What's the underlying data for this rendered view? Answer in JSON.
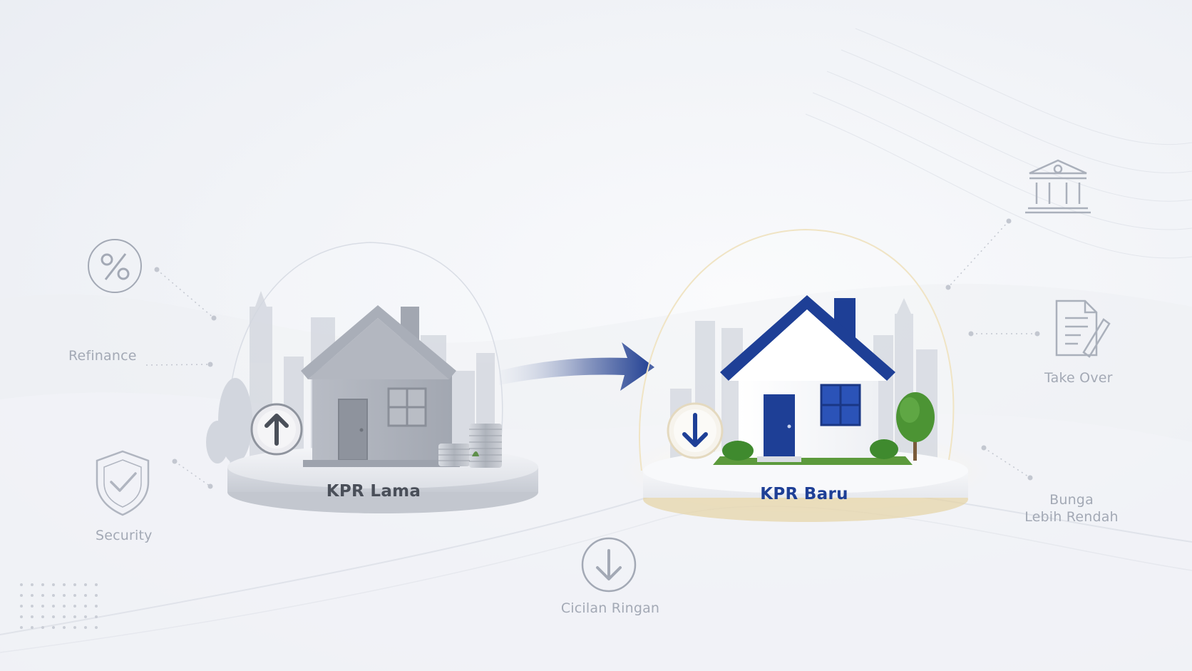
{
  "labels": {
    "refinance": "Refinance",
    "security": "Security",
    "cicilan": "Cicilan Ringan",
    "take_over": "Take Over",
    "bunga_line1": "Bunga",
    "bunga_line2": "Lebih Rendah"
  },
  "platforms": {
    "old": "KPR Lama",
    "new": "KPR Baru"
  },
  "colors": {
    "accent_blue": "#1e3f96",
    "muted_gray": "#a3a9b5",
    "old_house_gray": "#a9aeb8",
    "tree_green": "#3f8a2e",
    "glow_gold": "#e6c98a"
  },
  "icons": {
    "refinance": "percent-icon",
    "security": "shield-check-icon",
    "cicilan": "arrow-down-circle-icon",
    "take_over": "document-pen-icon",
    "bank": "bank-icon",
    "old_badge": "arrow-up-circle-icon",
    "new_badge": "arrow-down-circle-icon"
  }
}
